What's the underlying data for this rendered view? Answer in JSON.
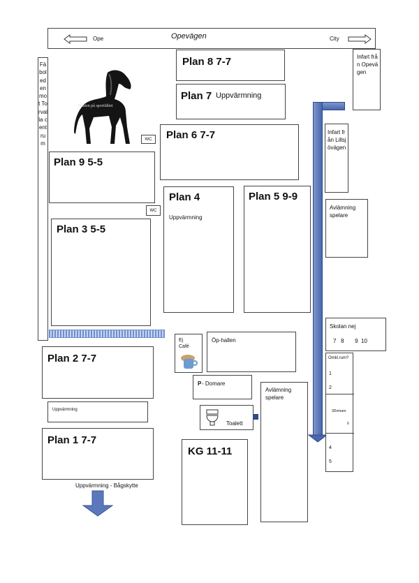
{
  "road": {
    "name": "Opevägen",
    "left_label": "Ope",
    "right_label": "City"
  },
  "side_road": {
    "text": "Fäboleden mot Torvalla centrum"
  },
  "statue": {
    "caption": "Hästen på sportfältet"
  },
  "wc": {
    "label": "WC"
  },
  "entries": {
    "opevagen": "Infart från Opevägen",
    "lillsjovagen": "Infart från Lillsjövägen"
  },
  "dropoff": {
    "label": "Avlämning spelare"
  },
  "plans": {
    "p8": "Plan 8  7-7",
    "p7_main": "Plan 7",
    "p7_sub": "Uppvärmning",
    "p6": "Plan 6  7-7",
    "p9": "Plan 9  5-5",
    "p4": "Plan 4",
    "p4_sub": "Uppvärmning",
    "p5": "Plan 5  9-9",
    "p3": "Plan 3  5-5",
    "p2": "Plan 2  7-7",
    "p1": "Plan 1  7-7",
    "kg": "KG  11-11"
  },
  "warmup": {
    "label": "Uppvärmning"
  },
  "archery": {
    "label": "Uppvärmning - Bågskytte"
  },
  "cafe": {
    "label": "Ej Café"
  },
  "ophallen": {
    "label": "Öp-hallen"
  },
  "domare": {
    "p": "P",
    "text": " - Domare"
  },
  "toilet": {
    "label": "Toalett"
  },
  "school": {
    "title": "Skolan nej",
    "rooms": "7   8       9  10"
  },
  "changing": {
    "title": "Omkl.rum?",
    "n1": "1",
    "n2": "2",
    "n3": "3Domare",
    "n6": "6",
    "n4": "4",
    "n5": "5"
  },
  "colors": {
    "arrow": "#4a67ad",
    "fence": "#6f8fcf",
    "border": "#444444"
  }
}
